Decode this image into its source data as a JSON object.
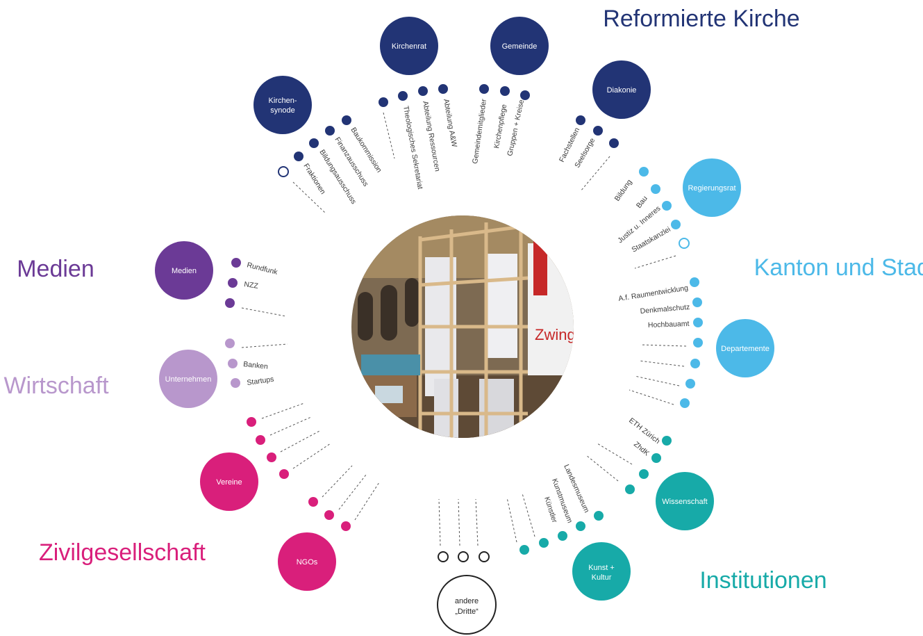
{
  "colors": {
    "reformiert": "#223475",
    "kanton": "#4cb9e8",
    "institutionen": "#17aaa8",
    "zivil": "#d91f7b",
    "wirtschaft": "#b897cc",
    "medien": "#6b3a96",
    "dritte": "#222222"
  },
  "groups": {
    "reformiert": "Reformierte Kirche",
    "kanton": "Kanton und Stadt",
    "institutionen": "Institutionen",
    "zivil": "Zivilgesellschaft",
    "wirtschaft": "Wirtschaft",
    "medien": "Medien"
  },
  "hubs": {
    "kirchensynode": [
      "Kirchen-",
      "synode"
    ],
    "kirchenrat": "Kirchenrat",
    "gemeinde": "Gemeinde",
    "diakonie": "Diakonie",
    "regierungsrat": "Regierungsrat",
    "departemente": "Departemente",
    "wissenschaft": "Wissenschaft",
    "kunst": [
      "Kunst +",
      "Kultur"
    ],
    "dritte": [
      "andere",
      "„Dritte“"
    ],
    "ngos": "NGOs",
    "vereine": "Vereine",
    "unternehmen": "Unternehmen",
    "medien": "Medien"
  },
  "labels": {
    "kirchensynode": [
      "Baukommission",
      "Finanzausschuss",
      "Bildungsausschuss",
      "Fraktionen"
    ],
    "kirchenrat": [
      "Abteilung A&W",
      "Abteilung Ressourcen",
      "Theologisches Sekretariat"
    ],
    "gemeinde": [
      "Gemeindemitglieder",
      "Kirchenpflege",
      "Gruppen + Kreise"
    ],
    "diakonie": [
      "Fachstellen",
      "Seelsorge"
    ],
    "regierungsrat": [
      "Bildung",
      "Bau",
      "Justiz u. Inneres",
      "Staatskanzlei"
    ],
    "departemente": [
      "A.f. Raumentwicklung",
      "Denkmalschutz",
      "Hochbauamt"
    ],
    "wissenschaft": [
      "ETH Zürich",
      "ZhdK"
    ],
    "kunst": [
      "Landesmuseum",
      "Kunstmuseum",
      "Künstler"
    ],
    "medien": [
      "Rundfunk",
      "NZZ"
    ],
    "wirtschaft": [
      "Banken",
      "Startups"
    ]
  },
  "center_photo": {
    "sign_text": "Zwing"
  }
}
